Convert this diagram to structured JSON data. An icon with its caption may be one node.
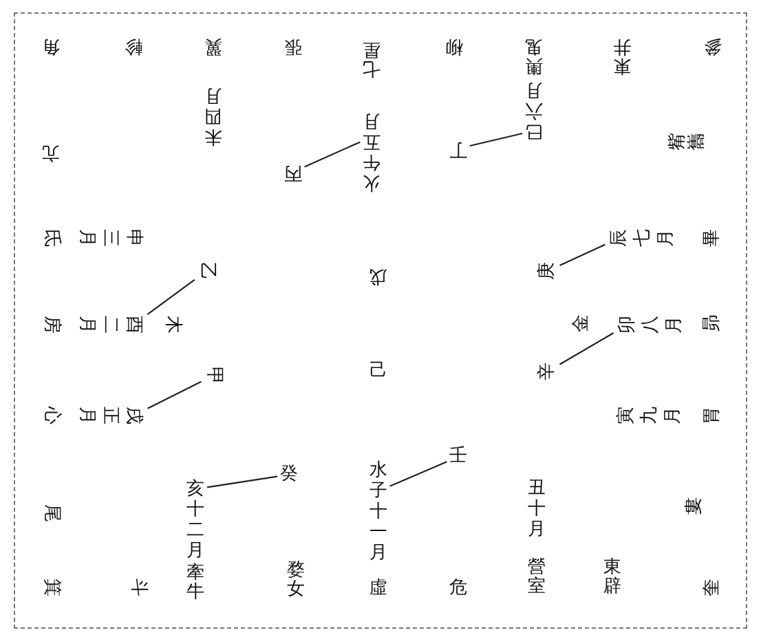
{
  "diagram": {
    "nodes": [
      {
        "text": [
          "巳六月"
        ]
      },
      {
        "text": [
          "火午五月"
        ]
      },
      {
        "text": [
          "丁"
        ]
      },
      {
        "text": [
          "丙"
        ]
      },
      {
        "text": [
          "辰七月"
        ]
      },
      {
        "text": [
          "乙"
        ]
      },
      {
        "text": [
          "庚"
        ]
      },
      {
        "text": [
          "酉二月"
        ]
      },
      {
        "text": [
          "卯八月"
        ]
      },
      {
        "text": [
          "辛"
        ]
      },
      {
        "text": [
          "甲"
        ]
      },
      {
        "text": [
          "戌正月"
        ]
      },
      {
        "text": [
          "壬"
        ]
      },
      {
        "text": [
          "癸"
        ]
      },
      {
        "text": [
          "水子十一月"
        ]
      },
      {
        "text": [
          "亥十二月"
        ]
      }
    ],
    "edges": [
      {
        "from": 2,
        "to": 0,
        "arrow": "none"
      },
      {
        "from": 3,
        "to": 1,
        "arrow": "none"
      },
      {
        "from": 6,
        "to": 4,
        "arrow": "none"
      },
      {
        "from": 5,
        "to": 7,
        "arrow": "none"
      },
      {
        "from": 9,
        "to": 8,
        "arrow": "none"
      },
      {
        "from": 10,
        "to": 11,
        "arrow": "none"
      },
      {
        "from": 12,
        "to": 14,
        "arrow": "none"
      },
      {
        "from": 13,
        "to": 15,
        "arrow": "none"
      }
    ],
    "labels": [
      "角",
      "軫",
      "翼",
      "張",
      "七星",
      "柳",
      "輿鬼",
      "東井",
      "參",
      "未四月",
      "觜巂",
      "亢",
      "氐",
      "申三月",
      "畢",
      "戊",
      "房",
      "木",
      "金",
      "昴",
      "己",
      "心",
      "寅九月",
      "胃",
      "尾",
      "丑十月",
      "婁",
      "箕",
      "斗",
      "牽牛",
      "婺女",
      "虛",
      "危",
      "營室",
      "東辟",
      "奎"
    ]
  }
}
